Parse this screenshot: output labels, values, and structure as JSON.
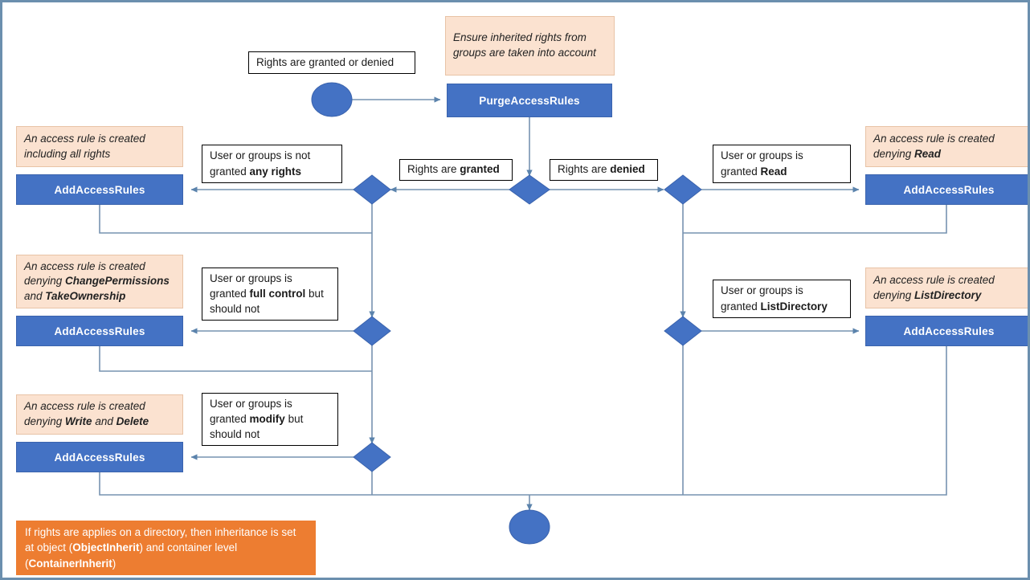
{
  "diagram": {
    "title": "Access rules flowchart",
    "colors": {
      "process_fill": "#4472C4",
      "callout_fill": "#FBE2D0",
      "callout_border": "#E8C3A6",
      "orange_note_fill": "#ED7D31",
      "connector": "#7793B0",
      "page_border": "#6B8FAE"
    }
  },
  "nodes": {
    "start_label": "Rights are granted or denied",
    "purge_callout": "Ensure inherited rights from groups are taken into account",
    "purge": "PurgeAccessRules",
    "branch_granted": "Rights are granted",
    "branch_granted_bold": "granted",
    "branch_denied": "Rights are denied",
    "branch_denied_bold": "denied",
    "left": [
      {
        "callout_plain": "An access rule is created including all rights",
        "callout_bold": "",
        "condition_pre": "User or groups is not granted ",
        "condition_bold": "any rights",
        "condition_post": "",
        "action": "AddAccessRules"
      },
      {
        "callout_plain": "An access rule is created denying ",
        "callout_bold": "ChangePermissions",
        "callout_mid": " and ",
        "callout_bold2": "TakeOwnership",
        "condition_pre": "User or groups is granted ",
        "condition_bold": "full control",
        "condition_post": " but should not",
        "action": "AddAccessRules"
      },
      {
        "callout_plain": "An access rule is created denying ",
        "callout_bold": "Write",
        "callout_mid": " and ",
        "callout_bold2": "Delete",
        "condition_pre": "User or groups is granted ",
        "condition_bold": "modify",
        "condition_post": " but should not",
        "action": "AddAccessRules"
      }
    ],
    "right": [
      {
        "callout_plain": "An access rule is created denying ",
        "callout_bold": "Read",
        "condition_pre": "User or groups is granted ",
        "condition_bold": "Read",
        "action": "AddAccessRules"
      },
      {
        "callout_plain": "An access rule is created denying ",
        "callout_bold": "ListDirectory",
        "condition_pre": "User or groups is granted ",
        "condition_bold": "ListDirectory",
        "action": "AddAccessRules"
      }
    ],
    "footer_note": {
      "part1": "If rights are applies on a directory, then inheritance is set at object (",
      "bold1": "ObjectInherit",
      "part2": ") and container level (",
      "bold2": "ContainerInherit",
      "part3": ")"
    }
  }
}
